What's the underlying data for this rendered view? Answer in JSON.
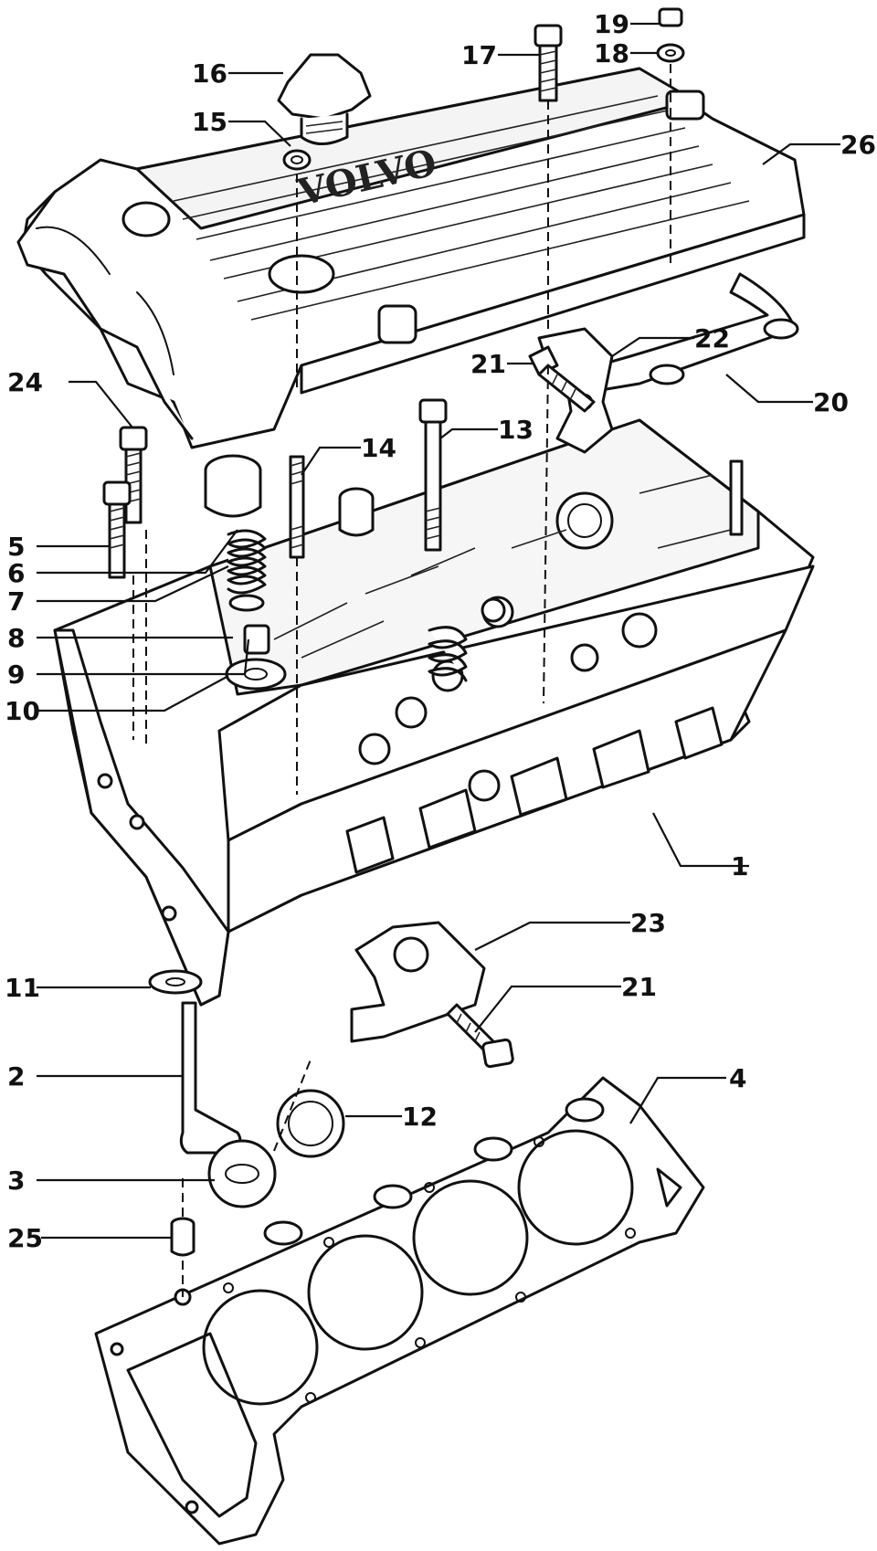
{
  "callouts": [
    {
      "id": "c1",
      "label": "1",
      "part": "cylinder-head"
    },
    {
      "id": "c2",
      "label": "2",
      "part": "valve"
    },
    {
      "id": "c3",
      "label": "3",
      "part": "valve-seat-insert"
    },
    {
      "id": "c4",
      "label": "4",
      "part": "head-gasket"
    },
    {
      "id": "c5",
      "label": "5",
      "part": "bolt"
    },
    {
      "id": "c6",
      "label": "6",
      "part": "tappet"
    },
    {
      "id": "c7",
      "label": "7",
      "part": "valve-spring"
    },
    {
      "id": "c8",
      "label": "8",
      "part": "spring-seat"
    },
    {
      "id": "c9",
      "label": "9",
      "part": "valve-guide"
    },
    {
      "id": "c10",
      "label": "10",
      "part": "valve-guide-seat"
    },
    {
      "id": "c11",
      "label": "11",
      "part": "valve-stem-seal"
    },
    {
      "id": "c12",
      "label": "12",
      "part": "seat-ring"
    },
    {
      "id": "c13",
      "label": "13",
      "part": "head-bolt"
    },
    {
      "id": "c14",
      "label": "14",
      "part": "stud"
    },
    {
      "id": "c15",
      "label": "15",
      "part": "filler-seal"
    },
    {
      "id": "c16",
      "label": "16",
      "part": "oil-filler-cap"
    },
    {
      "id": "c17",
      "label": "17",
      "part": "cover-bolt"
    },
    {
      "id": "c18",
      "label": "18",
      "part": "washer"
    },
    {
      "id": "c19",
      "label": "19",
      "part": "nut"
    },
    {
      "id": "c20",
      "label": "20",
      "part": "cover-gasket"
    },
    {
      "id": "c21a",
      "label": "21",
      "part": "bracket-bolt-upper"
    },
    {
      "id": "c21b",
      "label": "21",
      "part": "bracket-bolt-lower"
    },
    {
      "id": "c22",
      "label": "22",
      "part": "lifting-bracket"
    },
    {
      "id": "c23",
      "label": "23",
      "part": "lifting-eye"
    },
    {
      "id": "c24",
      "label": "24",
      "part": "bolt"
    },
    {
      "id": "c25",
      "label": "25",
      "part": "dowel"
    },
    {
      "id": "c26",
      "label": "26",
      "part": "valve-cover"
    }
  ],
  "cover_lettering": "VOLVO"
}
